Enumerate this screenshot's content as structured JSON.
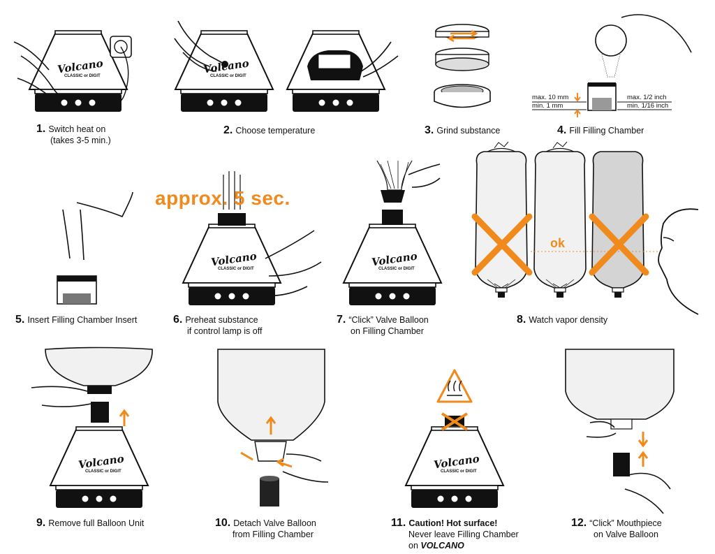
{
  "colors": {
    "accent": "#f08a1c",
    "ink": "#111111",
    "balloon_fill": "#efefef",
    "dark_balloon": "#d4d4d4"
  },
  "device": {
    "brand": "Volcano",
    "model": "CLASSIC or DIGIT"
  },
  "labels": {
    "approx": "approx. 5 sec.",
    "ok": "ok",
    "max_mm": "max. 10 mm",
    "min_mm": "min. 1 mm",
    "max_inch": "max. 1/2 inch",
    "min_inch": "min. 1/16 inch"
  },
  "steps": [
    {
      "number": "1.",
      "lines": [
        "Switch heat on",
        "(takes 3-5 min.)"
      ]
    },
    {
      "number": "2.",
      "lines": [
        "Choose temperature"
      ]
    },
    {
      "number": "3.",
      "lines": [
        "Grind substance"
      ]
    },
    {
      "number": "4.",
      "lines": [
        "Fill Filling Chamber"
      ]
    },
    {
      "number": "5.",
      "lines": [
        "Insert Filling Chamber Insert"
      ]
    },
    {
      "number": "6.",
      "lines": [
        "Preheat substance",
        "if control lamp is off"
      ]
    },
    {
      "number": "7.",
      "lines": [
        "“Click” Valve Balloon",
        "on Filling Chamber"
      ]
    },
    {
      "number": "8.",
      "lines": [
        "Watch vapor density"
      ]
    },
    {
      "number": "9.",
      "lines": [
        "Remove full Balloon Unit"
      ]
    },
    {
      "number": "10.",
      "lines": [
        "Detach Valve Balloon",
        "from Filling Chamber"
      ]
    },
    {
      "number": "11.",
      "lines": [
        "Caution! Hot surface!",
        "Never leave Filling Chamber",
        "on",
        "VOLCANO"
      ]
    },
    {
      "number": "12.",
      "lines": [
        "“Click” Mouthpiece",
        "on Valve Balloon"
      ]
    }
  ]
}
